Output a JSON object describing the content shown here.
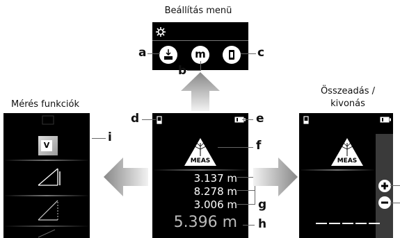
{
  "top": {
    "caption": "Beállítás menü",
    "m_glyph": "m"
  },
  "left": {
    "caption": "Mérés funkciók",
    "box_letter": "V"
  },
  "right": {
    "caption_line1": "Összeadás /",
    "caption_line2": "kivonás",
    "display_value": "-----"
  },
  "center": {
    "logo_text": "MEAS",
    "values": [
      "3.137 m",
      "8.278 m",
      "3.006 m"
    ],
    "result": "5.396 m"
  },
  "callouts": {
    "a": "a",
    "b": "b",
    "c": "c",
    "d": "d",
    "e": "e",
    "f": "f",
    "g": "g",
    "h": "h",
    "i": "i"
  },
  "colors": {
    "screen": "#000000",
    "arrow": "#9a9a9a",
    "leader": "#666666"
  }
}
